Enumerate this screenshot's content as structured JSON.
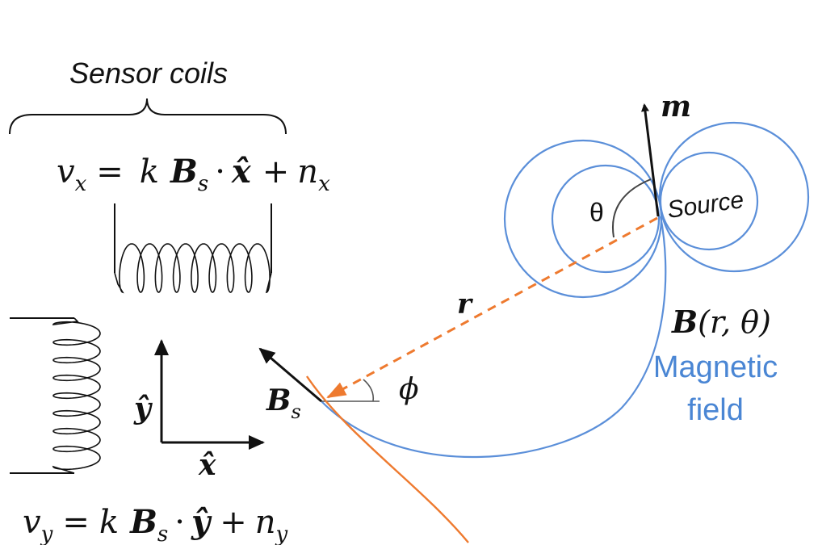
{
  "labels": {
    "sensor_coils": "Sensor coils",
    "source": "Source",
    "m": "m",
    "theta": "θ",
    "r": "r",
    "phi": "ϕ",
    "bs_main": "B",
    "bs_sub": "s",
    "b_field": "B",
    "b_field_args": "(r, θ)",
    "magnetic": "Magnetic",
    "field": "field",
    "x_hat": "x̂",
    "y_hat": "ŷ"
  },
  "equations": {
    "vx": {
      "lhs": "v",
      "lhs_sub": "x",
      "eq": "=",
      "k": "k",
      "B": "B",
      "B_sub": "s",
      "dot": "·",
      "unit": "x̂",
      "plus": "+",
      "n": "n",
      "n_sub": "x"
    },
    "vy": {
      "lhs": "v",
      "lhs_sub": "y",
      "eq": "=",
      "k": "k",
      "B": "B",
      "B_sub": "s",
      "dot": "·",
      "unit": "ŷ",
      "plus": "+",
      "n": "n",
      "n_sub": "y"
    }
  },
  "colors": {
    "field_line": "#5b8fd9",
    "radius_vector": "#ee7a2f",
    "magnetic_field_text": "#4a86d4",
    "ink": "#111111"
  }
}
